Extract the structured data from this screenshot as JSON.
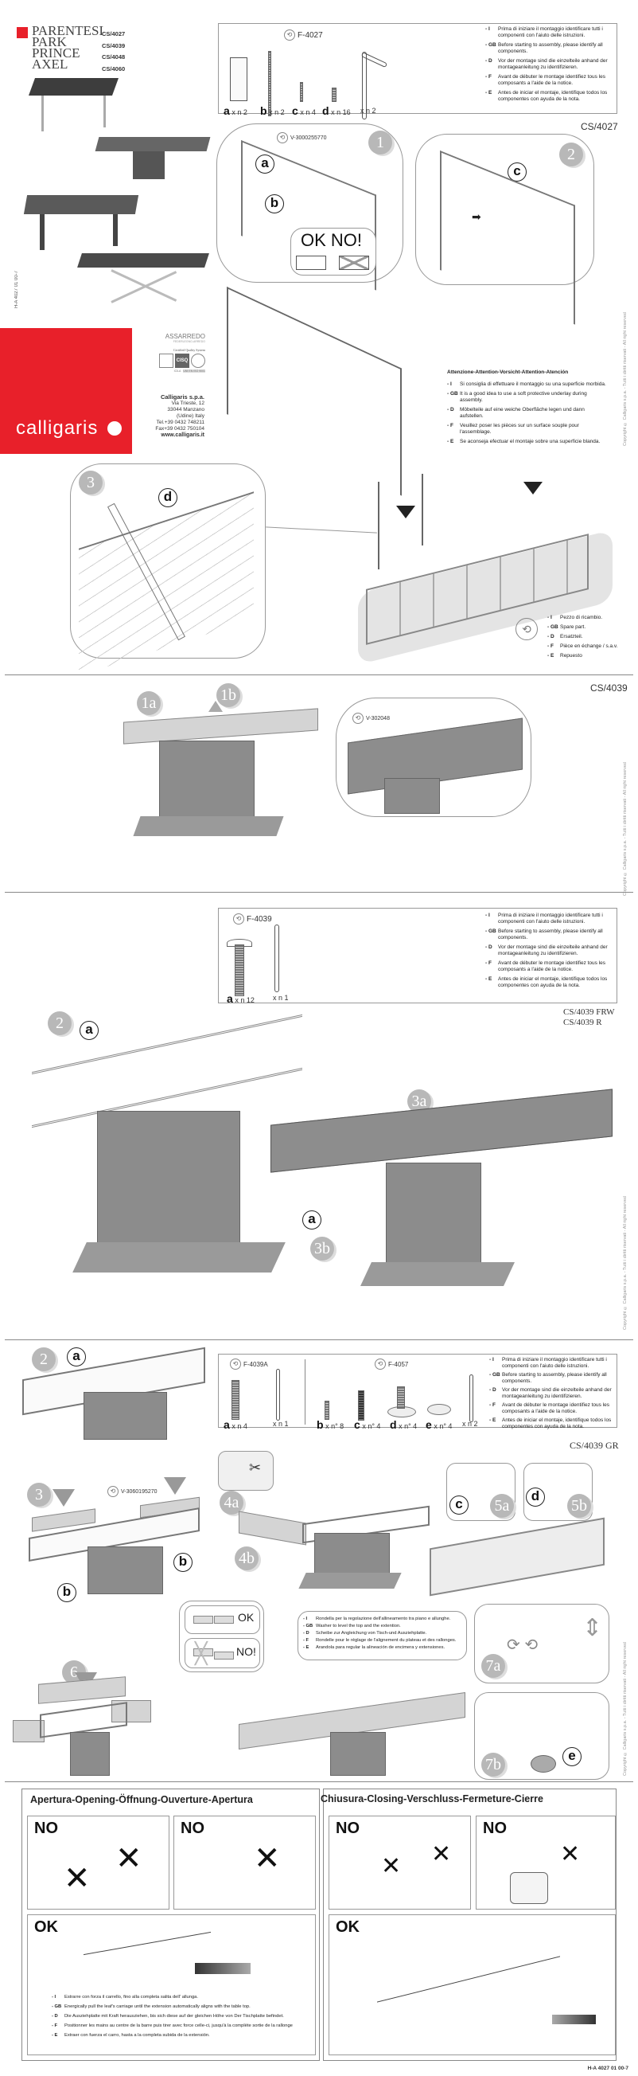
{
  "brand": {
    "name": "calligaris",
    "accent_color": "#e8202a",
    "company": "Calligaris s.p.a.",
    "address": [
      "Via Trieste, 12",
      "33044 Manzano",
      "(Udine) Italy"
    ],
    "tel": "Tel.+39 0432 748211",
    "fax": "Fax+39 0432 750104",
    "web": "www.calligaris.it",
    "cert_assarredo": "ASSARREDO",
    "cert_federlegno": "FEDERLEGNO-ARREDO",
    "cert_quality": "Certified Quality System",
    "cert_cisq": "CISQ",
    "cert_icila": "ICILA",
    "cert_uni": "UNI EN ISO 9001"
  },
  "products": [
    {
      "name": "PARENTESI",
      "code": "CS/4027"
    },
    {
      "name": "PARK",
      "code": "CS/4039"
    },
    {
      "name": "PRINCE",
      "code": "CS/4048"
    },
    {
      "name": "AXEL",
      "code": "CS/4060"
    }
  ],
  "doc_code_vertical": "H-A 4027 01 00-7",
  "doc_code_footer": "H-A 4027 01 00-7",
  "copyright": "Copyright © Calligaris s.p.a. - Tutti i diritti riservati - All right reserved",
  "identify_notes": [
    {
      "lang": "I",
      "text": "Prima di iniziare il montaggio identificare tutti i componenti con l'aiuto delle istruzioni."
    },
    {
      "lang": "GB",
      "text": "Before starting to assembly, please identify all components."
    },
    {
      "lang": "D",
      "text": "Vor der montage  sind die einzelteile anhand der montageanleitung zu identifizieren."
    },
    {
      "lang": "F",
      "text": "Avant de débuter le montage identifiez tous les composants a l'aide de la notice."
    },
    {
      "lang": "E",
      "text": "Antes de iniciar el montaje, identifique todos los componentes con ayuda de la nota."
    }
  ],
  "section1": {
    "model": "CS/4027",
    "kit_code": "F-4027",
    "parts": [
      {
        "letter": "a",
        "qty": "x n  2"
      },
      {
        "letter": "b",
        "qty": "x n  2"
      },
      {
        "letter": "c",
        "qty": "x n  4"
      },
      {
        "letter": "d",
        "qty": "x n  16"
      },
      {
        "letter": "",
        "qty": "x n  2"
      }
    ],
    "step1": {
      "num": "1",
      "spare_code": "V-3000255770",
      "ok_no": "OK NO!",
      "labels": [
        "a",
        "b"
      ]
    },
    "step2": {
      "num": "2",
      "labels": [
        "c"
      ]
    },
    "step3": {
      "num": "3",
      "labels": [
        "d"
      ]
    },
    "attention_title": "Attenzione-Attention-Vorsicht-Attention-Atención",
    "attention": [
      {
        "lang": "I",
        "text": "Si consiglia di effettuare il montaggio su una superficie morbida."
      },
      {
        "lang": "GB",
        "text": "It is a good idea to use a soft protective underlay during assembly."
      },
      {
        "lang": "D",
        "text": "Möbelteile auf eine weiche Oberfläche legen und dann aufstellen."
      },
      {
        "lang": "F",
        "text": "Veuillez poser les pièces sur un surface souple pour l'assemblage."
      },
      {
        "lang": "E",
        "text": "Se aconseja efectuar el montaje sobre una superficie blanda."
      }
    ],
    "spare_part": [
      {
        "lang": "I",
        "text": "Pezzo di ricambio."
      },
      {
        "lang": "GB",
        "text": "Spare part."
      },
      {
        "lang": "D",
        "text": "Ersatzteil."
      },
      {
        "lang": "F",
        "text": "Pièce en échange / s.a.v."
      },
      {
        "lang": "E",
        "text": "Repuesto"
      }
    ]
  },
  "section2": {
    "model": "CS/4039",
    "step1a": "1a",
    "step1b": "1b",
    "spare_code": "V-302048"
  },
  "section3": {
    "model_lines": [
      "CS/4039 FRW",
      "CS/4039 R"
    ],
    "kit_code": "F-4039",
    "parts": [
      {
        "letter": "a",
        "qty": "x n  12"
      },
      {
        "letter": "",
        "qty": "x n  1"
      }
    ],
    "step2": "2",
    "step3a": "3a",
    "step3b": "3b",
    "labels": [
      "a",
      "a"
    ]
  },
  "section4": {
    "model": "CS/4039 GR",
    "kit_a_code": "F-4039A",
    "kit_a_parts": [
      {
        "letter": "a",
        "qty": "x n  4"
      },
      {
        "letter": "",
        "qty": "x n  1"
      }
    ],
    "kit_b_code": "F-4057",
    "kit_b_parts": [
      {
        "letter": "b",
        "qty": "x n° 8"
      },
      {
        "letter": "c",
        "qty": "x n° 4"
      },
      {
        "letter": "d",
        "qty": "x n° 4"
      },
      {
        "letter": "e",
        "qty": "x n° 4"
      },
      {
        "letter": "",
        "qty": "x n  2"
      }
    ],
    "steps": {
      "s2": "2",
      "s3": "3",
      "s4a": "4a",
      "s4b": "4b",
      "s5a": "5a",
      "s5b": "5b",
      "s6": "6",
      "s7a": "7a",
      "s7b": "7b"
    },
    "spare_code": "V-3060195270",
    "labels": {
      "a": "a",
      "b": "b",
      "c": "c",
      "d": "d",
      "e": "e"
    },
    "align_ok": "OK",
    "align_no": "NO!",
    "washer_notes": [
      {
        "lang": "I",
        "text": "Rondella per la regolazione dell'allineamento tra piano e allunghe."
      },
      {
        "lang": "GB",
        "text": "Washer to level the top and the extention."
      },
      {
        "lang": "D",
        "text": "Scheibe zur Angleichung von Tisch-und Ausziehplatte."
      },
      {
        "lang": "F",
        "text": "Rondelle pour le réglage de l'alignement du plateau et des rallonges."
      },
      {
        "lang": "E",
        "text": "Arandola para regular la alineación de encimera y extensiones."
      }
    ]
  },
  "section5": {
    "opening_title": "Apertura-Opening-Öffnung-Ouverture-Apertura",
    "closing_title": "Chiusura-Closing-Verschluss-Fermeture-Cierre",
    "no": "NO",
    "ok": "OK",
    "opening_notes": [
      {
        "lang": "I",
        "text": "Estrarre con forza il carrello, fino alla completa salita dell' allunga."
      },
      {
        "lang": "GB",
        "text": "Energically pull the leaf's carriage until the extension automatically aligns with the table top."
      },
      {
        "lang": "D",
        "text": "Die Ausziehplatte mit Kraft herausziehen, bis sich diese auf der gleichen Höhe von Der Tischplatte befindet."
      },
      {
        "lang": "F",
        "text": "Positionner les mains au centre de la barre puis tirer avec force celle-ci, jusqu'à la complète sortie de la rallonge"
      },
      {
        "lang": "E",
        "text": "Extraer con fuerza el carro, hasta a la completa subida de la extensión."
      }
    ]
  }
}
